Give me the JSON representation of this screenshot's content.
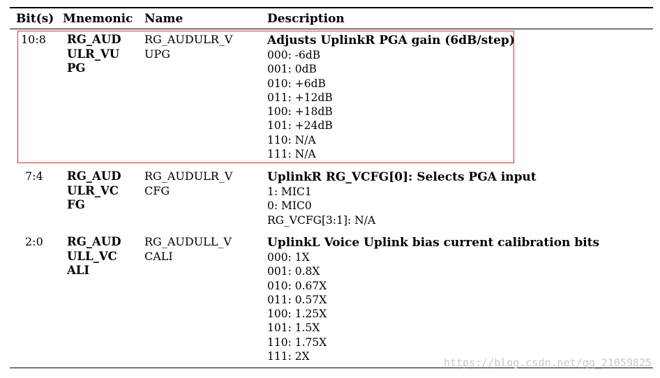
{
  "table": {
    "headers": {
      "bits": "Bit(s)",
      "mnemonic": "Mnemonic",
      "name": "Name",
      "description": "Description"
    },
    "rows": [
      {
        "bits": "10:8",
        "mnemonic_lines": [
          "RG_AUD",
          "ULR_VU",
          "PG"
        ],
        "name_lines": [
          "RG_AUDULR_V",
          "UPG"
        ],
        "description_title": "Adjusts UplinkR PGA gain (6dB/step)",
        "description_lines": [
          "000: -6dB",
          "001: 0dB",
          "010: +6dB",
          "011: +12dB",
          "100: +18dB",
          "101: +24dB",
          "110: N/A",
          "111: N/A"
        ]
      },
      {
        "bits": "7:4",
        "mnemonic_lines": [
          "RG_AUD",
          "ULR_VC",
          "FG"
        ],
        "name_lines": [
          "RG_AUDULR_V",
          "CFG"
        ],
        "description_title": "UplinkR RG_VCFG[0]: Selects PGA input",
        "description_lines": [
          "1: MIC1",
          "0: MIC0",
          "RG_VCFG[3:1]: N/A"
        ]
      },
      {
        "bits": "2:0",
        "mnemonic_lines": [
          "RG_AUD",
          "ULL_VC",
          "ALI"
        ],
        "name_lines": [
          "RG_AUDULL_V",
          "CALI"
        ],
        "description_title": "UplinkL Voice Uplink bias current calibration bits",
        "description_lines": [
          "000: 1X",
          "001: 0.8X",
          "010: 0.67X",
          "011: 0.57X",
          "100: 1.25X",
          "101: 1.5X",
          "110: 1.75X",
          "111: 2X"
        ]
      }
    ]
  },
  "highlight": {
    "color": "#c8343a"
  },
  "watermark": "https://blog.csdn.net/qq_21059825"
}
